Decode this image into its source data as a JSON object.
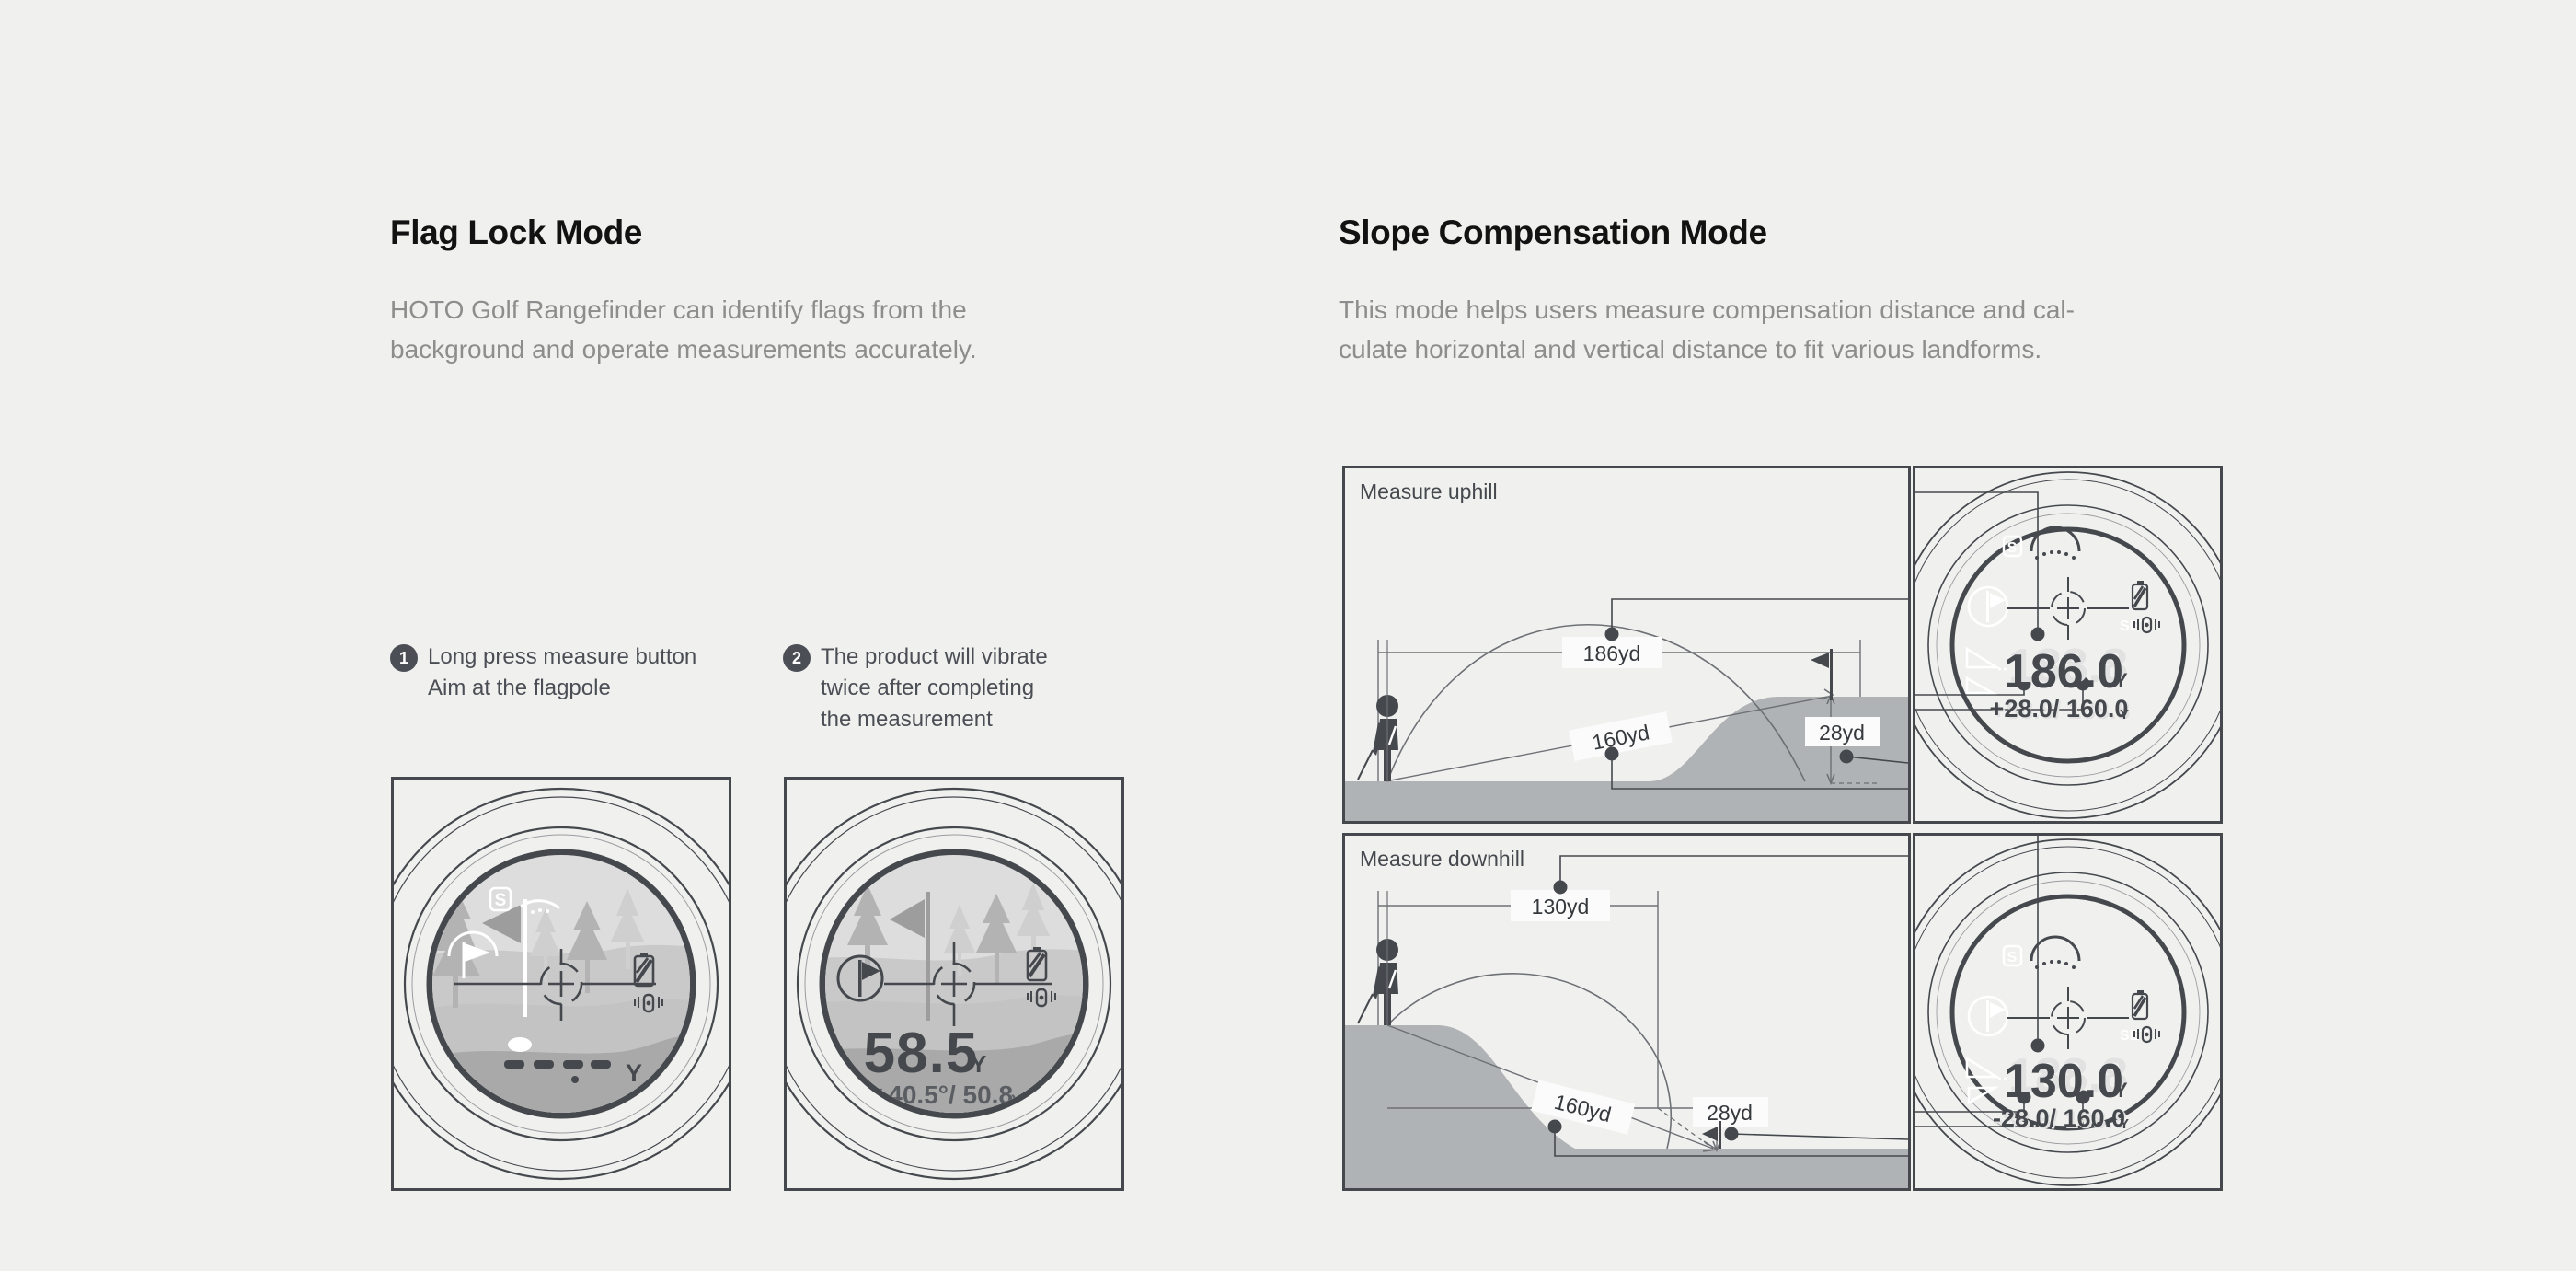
{
  "page": {
    "background_color": "#f0f0ef",
    "text_color_heading": "#121212",
    "text_color_body": "#8d8d8d",
    "accent_dark": "#45494e"
  },
  "left_column": {
    "title": "Flag Lock Mode",
    "description_line1": "HOTO Golf Rangefinder can identify flags from the",
    "description_line2": "background and operate measurements accurately.",
    "steps": [
      {
        "number": "1",
        "line1": "Long press measure button",
        "line2": "Aim at the flagpole",
        "line3": ""
      },
      {
        "number": "2",
        "line1": "The product will vibrate",
        "line2": "twice after completing",
        "line3": "the measurement"
      }
    ],
    "viewfinders": [
      {
        "name": "flag-lock-searching",
        "primary_reading": "- - - . -",
        "primary_unit": "Y",
        "secondary_reading": "",
        "has_flag_lock_icon": false,
        "has_s_badge": true,
        "has_signal_arc": true,
        "has_ball": true,
        "battery_icon": "battery-icon",
        "vibration_icon": "vibration-icon"
      },
      {
        "name": "flag-lock-locked",
        "primary_reading": "58.5",
        "primary_unit": "Y",
        "secondary_reading": "+40.5°/ 50.8",
        "secondary_unit": "Y",
        "has_flag_lock_icon": true,
        "has_s_badge": false,
        "has_signal_arc": false,
        "has_ball": false,
        "battery_icon": "battery-icon",
        "vibration_icon": "vibration-icon"
      }
    ]
  },
  "right_column": {
    "title": "Slope Compensation Mode",
    "description_line1": "This mode helps users measure compensation distance and cal-",
    "description_line2": "culate horizontal and vertical distance to fit various landforms.",
    "scenarios": [
      {
        "name": "measure-uphill",
        "label": "Measure uphill",
        "direction": "uphill",
        "labels": {
          "horizontal": "186yd",
          "line_of_sight": "160yd",
          "vertical": "28yd"
        },
        "display": {
          "primary_reading": "186.0",
          "primary_unit": "Y",
          "secondary_reading": "+28.0/ 160.0",
          "secondary_unit": "Y",
          "ghost_primary": "188.8",
          "ghost_secondary": "+88.8/ 188.8",
          "set_label": "SET",
          "s_badge": "S",
          "battery_icon": "battery-icon",
          "vibration_icon": "vibration-icon",
          "slope_icon": "slope-up-icon"
        }
      },
      {
        "name": "measure-downhill",
        "label": "Measure downhill",
        "direction": "downhill",
        "labels": {
          "horizontal": "130yd",
          "line_of_sight": "160yd",
          "vertical": "28yd"
        },
        "display": {
          "primary_reading": "130.0",
          "primary_unit": "Y",
          "secondary_reading": "-28.0/ 160.0",
          "secondary_unit": "Y",
          "ghost_primary": "188.8",
          "ghost_secondary": "-88.8/ 188.8",
          "set_label": "SET",
          "s_badge": "S",
          "battery_icon": "battery-icon",
          "vibration_icon": "vibration-icon",
          "slope_icon": "slope-down-icon"
        }
      }
    ]
  }
}
